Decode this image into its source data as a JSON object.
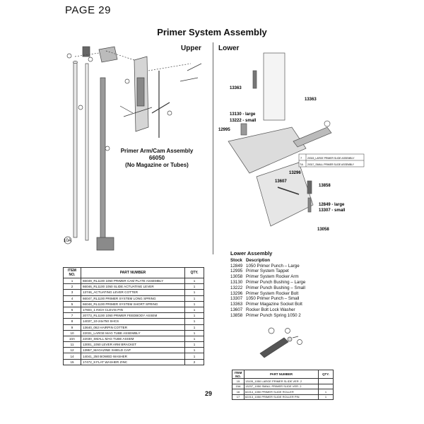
{
  "page_label": "PAGE 29",
  "title": "Primer System Assembly",
  "sections": {
    "upper": "Upper",
    "lower": "Lower"
  },
  "assembly_caption": {
    "line1": "Primer Arm/Cam Assembly",
    "line2": "66050",
    "line3": "(No Magazine or Tubes)"
  },
  "lower_callouts": {
    "c13363a": "13363",
    "c13363b": "13363",
    "c13130": "13130 - large",
    "c13222": "13222 - small",
    "c12995": "12995",
    "c13296": "13296",
    "c13607": "13607",
    "c13858": "13858",
    "c12849": "12849 - large",
    "c13307": "13307 - small",
    "c13058": "13058",
    "inset_rows": [
      {
        "item": "7",
        "desc": "20315_LARGE PRIMER SLIDE ASSEMBLY"
      },
      {
        "item": "7A",
        "desc": "20317_SMALL PRIMER SLIDE ASSEMBLY"
      }
    ]
  },
  "upper_callouts": {
    "c10A": "10A"
  },
  "lower_assembly": {
    "heading": "Lower Assembly",
    "col_stock": "Stock",
    "col_desc": "Description",
    "items": [
      {
        "stock": "12849",
        "desc": "1050 Primer Punch – Large"
      },
      {
        "stock": "12995",
        "desc": "Primer System Tappet"
      },
      {
        "stock": "13058",
        "desc": "Primer System Rocker Arm"
      },
      {
        "stock": "13130",
        "desc": "Primer Punch Bushing – Large"
      },
      {
        "stock": "13222",
        "desc": "Primer Punch Bushing – Small"
      },
      {
        "stock": "13296",
        "desc": "Primer System Rocker Bolt"
      },
      {
        "stock": "13307",
        "desc": "1050 Primer Punch – Small"
      },
      {
        "stock": "13363",
        "desc": "Primer Magazine Socket Bolt"
      },
      {
        "stock": "13607",
        "desc": "Rocker Bolt Lock Washer"
      },
      {
        "stock": "13858",
        "desc": "Primer Punch Spring 1050 2"
      }
    ]
  },
  "main_table": {
    "headers": [
      "ITEM NO.",
      "PART NUMBER",
      "QTY."
    ],
    "rows": [
      [
        "1",
        "66049_RL1100 1050 PRIMER CAM PLATE ASSEMBLY",
        "1"
      ],
      [
        "2",
        "66046_RL1100 1050 SLIDE ACTUATING LEVER",
        "1"
      ],
      [
        "3",
        "13746_ACTUATING LEVER COTTER",
        "1"
      ],
      [
        "4",
        "66047_RL1100 PRIMER SYSTEM LONG SPRING",
        "1"
      ],
      [
        "5",
        "66048_RL1100 PRIMER SYSTEM SHORT SPRING",
        "1"
      ],
      [
        "6",
        "17604_1 INCH CLEVIS PIN",
        "1"
      ],
      [
        "7",
        "20773_RL1100 1050 PRIMER FEEDBODY ASSEM",
        "1"
      ],
      [
        "8",
        "14037_10-24x750 SHCS",
        "1"
      ],
      [
        "9",
        "13640_062 HAIRPIN COTTER",
        "1"
      ],
      [
        "10",
        "22031_LARGE MAG TUBE ASSEMBLY",
        "1"
      ],
      [
        "10A",
        "22030_SMALL MAG TUBE ASSEM",
        "1"
      ],
      [
        "11",
        "13001_1050 LEVER ARM BRACKET",
        "1"
      ],
      [
        "12",
        "13957_MAGAZINE SHIELD CAP",
        "1"
      ],
      [
        "14",
        "14041_250 BOWED WASHER",
        "1"
      ],
      [
        "15",
        "17472_8 FLAT WASHER ZINC",
        "2"
      ]
    ]
  },
  "slide_table": {
    "headers": [
      "ITEM NO.",
      "PART NUMBER",
      "QTY."
    ],
    "rows": [
      [
        "15",
        "13105_1050 LARGE PRIMER SLIDE VER. 2",
        ""
      ],
      [
        "15A",
        "13237_1050 SMALL PRIMER SLIDE VER. 2",
        ""
      ],
      [
        "16",
        "62214_1050 PRIMER SLIDE ROLLER",
        "1"
      ],
      [
        "17",
        "62213_1050 PRIMER SLIDE ROLLER PIN",
        "1"
      ]
    ]
  },
  "page_number": "29"
}
